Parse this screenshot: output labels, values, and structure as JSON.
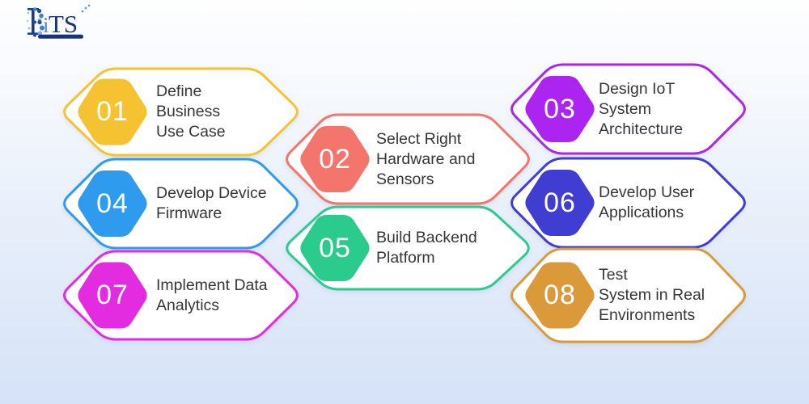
{
  "logo": {
    "letter_b": "B",
    "letter_i": "i",
    "letter_ts": "TS",
    "brand_text": "BiTS",
    "colors": {
      "navy": "#16337F",
      "mid_blue": "#3E82C4",
      "light_blue": "#7FB3E0",
      "dark_blue": "#1F4E8C"
    }
  },
  "card_style": {
    "fill": "#FFFFFF",
    "number_color": "#FFFFFF",
    "label_color": "#363638"
  },
  "steps": [
    {
      "number": "01",
      "label": "Define Business\nUse Case",
      "color": "#F5C332"
    },
    {
      "number": "02",
      "label": "Select Right\nHardware and\nSensors",
      "color": "#F4756B"
    },
    {
      "number": "03",
      "label": "Design IoT\nSystem\nArchitecture",
      "color": "#AC24F0"
    },
    {
      "number": "04",
      "label": "Develop Device\nFirmware",
      "color": "#2E9BEF"
    },
    {
      "number": "05",
      "label": "Build Backend\nPlatform",
      "color": "#2BCA8D"
    },
    {
      "number": "06",
      "label": "Develop User\nApplications",
      "color": "#403ED2"
    },
    {
      "number": "07",
      "label": "Implement Data\nAnalytics",
      "color": "#E32BE0"
    },
    {
      "number": "08",
      "label": "Test\nSystem in Real\nEnvironments",
      "color": "#DB9A3A"
    }
  ]
}
